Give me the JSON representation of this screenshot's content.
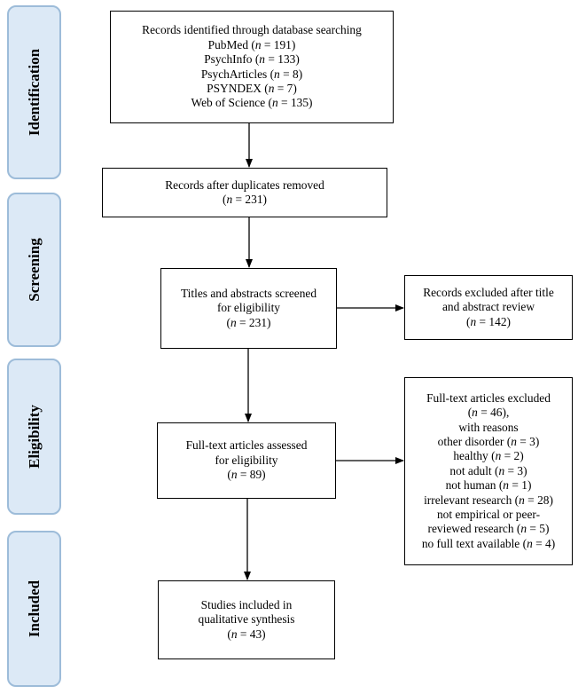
{
  "phases": {
    "identification": "Identification",
    "screening": "Screening",
    "eligibility": "Eligibility",
    "included": "Included"
  },
  "boxes": {
    "identified": {
      "lines": [
        "Records identified through database searching",
        "PubMed (n = 191)",
        "PsychInfo (n = 133)",
        "PsychArticles (n = 8)",
        "PSYNDEX (n = 7)",
        "Web of Science (n = 135)"
      ]
    },
    "duplicates_removed": {
      "lines": [
        "Records after duplicates removed",
        "(n = 231)"
      ]
    },
    "screened": {
      "lines": [
        "Titles and abstracts screened",
        "for eligibility",
        "(n = 231)"
      ]
    },
    "excluded_title_abstract": {
      "lines": [
        "Records excluded after title",
        "and abstract review",
        "(n = 142)"
      ]
    },
    "fulltext_assessed": {
      "lines": [
        "Full-text articles assessed",
        "for eligibility",
        "(n = 89)"
      ]
    },
    "fulltext_excluded": {
      "lines": [
        "Full-text articles excluded",
        "(n = 46),",
        "with reasons",
        "other disorder (n = 3)",
        "healthy (n = 2)",
        "not adult (n = 3)",
        "not human (n = 1)",
        "irrelevant research (n = 28)",
        "not empirical or peer-",
        "reviewed research (n = 5)",
        "no full text available (n = 4)"
      ]
    },
    "included": {
      "lines": [
        "Studies included in",
        "qualitative synthesis",
        "(n = 43)"
      ]
    }
  }
}
